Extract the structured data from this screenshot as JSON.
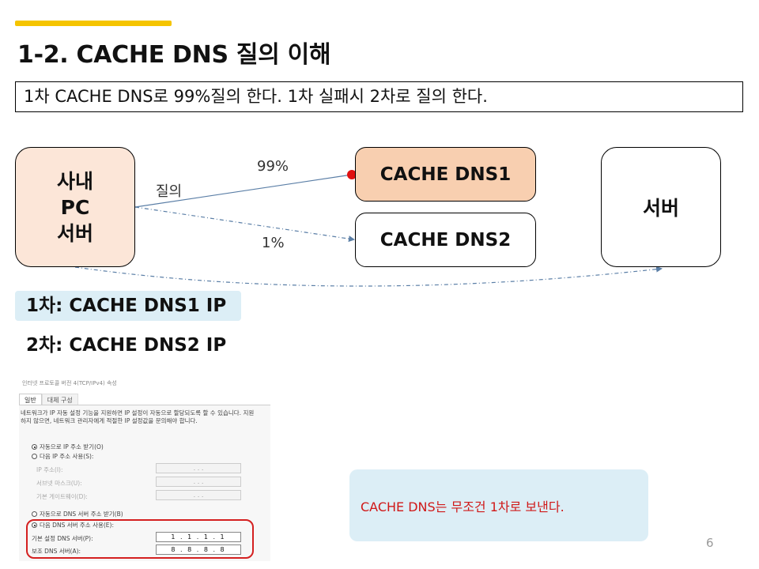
{
  "slide": {
    "title": "1-2. CACHE DNS 질의 이해",
    "summary": "1차 CACHE DNS로 99%질의 한다. 1차 실패시 2차로 질의 한다.",
    "page_number": "6",
    "accent_color": "#f5c400"
  },
  "diagram": {
    "client_lines": [
      "사내",
      "PC",
      "서버"
    ],
    "dns1": "CACHE DNS1",
    "dns2": "CACHE DNS2",
    "server": "서버",
    "label_99": "99%",
    "label_query": "질의",
    "label_1": "1%",
    "colors": {
      "client_fill": "#fce6d8",
      "dns1_fill": "#f8cfb0",
      "arrow": "#5a7ea6",
      "dot": "#e01010"
    }
  },
  "dns_settings": {
    "primary": "1차: CACHE DNS1 IP",
    "secondary": "2차: CACHE DNS2 IP"
  },
  "dialog": {
    "title": "인터넷 프로토콜 버전 4(TCP/IPv4) 속성",
    "tabs": [
      "일반",
      "대체 구성"
    ],
    "description": "네트워크가 IP 자동 설정 기능을 지원하면 IP 설정이 자동으로 할당되도록 할 수 있습니다. 지원하지 않으면, 네트워크 관리자에게 적절한 IP 설정값을 문의해야 합니다.",
    "auto_ip": "자동으로 IP 주소 받기(O)",
    "manual_ip": "다음 IP 주소 사용(S):",
    "ip_label": "IP 주소(I):",
    "subnet_label": "서브넷 마스크(U):",
    "gateway_label": "기본 게이트웨이(D):",
    "auto_dns": "자동으로 DNS 서버 주소 받기(B)",
    "manual_dns": "다음 DNS 서버 주소 사용(E):",
    "preferred_label": "기본 설정 DNS 서버(P):",
    "preferred_value": "1 . 1 . 1 . 1",
    "alternate_label": "보조 DNS 서버(A):",
    "alternate_value": "8 . 8 . 8 . 8",
    "empty_ip": ".     .     ."
  },
  "note": {
    "text": "CACHE DNS는 무조건 1차로 보낸다."
  }
}
